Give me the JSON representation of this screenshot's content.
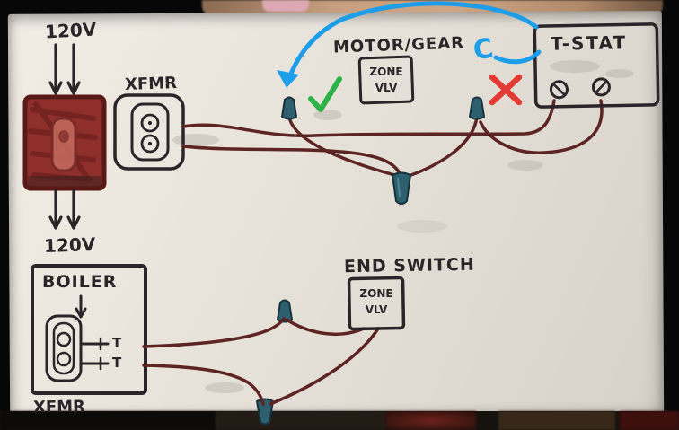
{
  "labels": {
    "supply_top": "120V",
    "transformer_top": "XFMR",
    "motor_gear": "MOTOR/GEAR",
    "zone_valve_top": {
      "line1": "ZONE",
      "line2": "VLV"
    },
    "thermostat": "T-STAT",
    "c_wire": "C",
    "supply_bottom": "120V",
    "boiler": "BOILER",
    "boiler_t1": "T",
    "boiler_t2": "T",
    "end_switch": "END SWITCH",
    "zone_valve_bottom": {
      "line1": "ZONE",
      "line2": "VLV"
    },
    "transformer_bottom": "XFMR"
  },
  "annotations": {
    "curved_arrow_icon": "blue-curved-arrow",
    "check_icon": "green-checkmark",
    "cross_icon": "red-x"
  },
  "colors": {
    "marker_black": "#2b2428",
    "wire_maroon": "#5c2422",
    "junction_box_red": "#8e2f2c",
    "wire_nut_teal": "#2d5f6e",
    "annotation_blue": "#1e9ee9",
    "annotation_green": "#2eb34a",
    "annotation_red": "#e23b36",
    "board_white": "#e7e2d9"
  }
}
